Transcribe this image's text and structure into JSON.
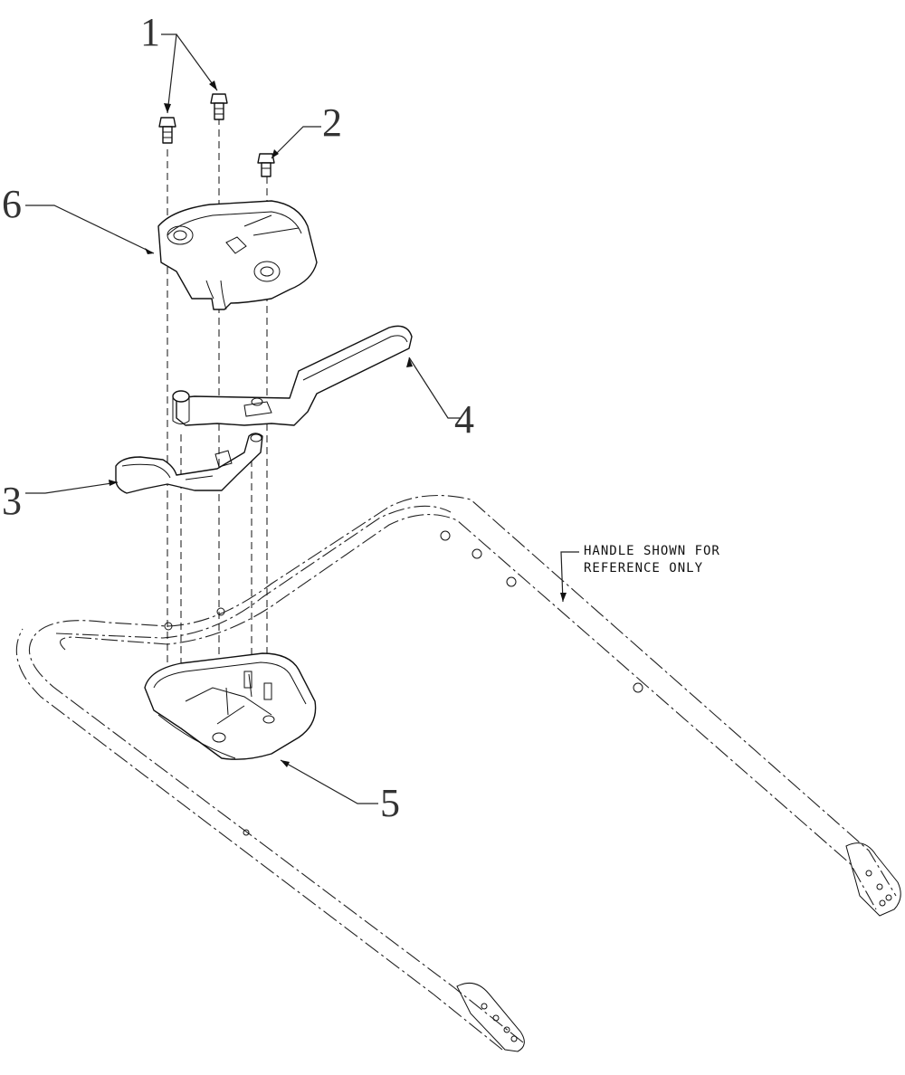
{
  "callouts": {
    "c1": "1",
    "c2": "2",
    "c3": "3",
    "c4": "4",
    "c5": "5",
    "c6": "6"
  },
  "note": {
    "line1": "HANDLE SHOWN FOR",
    "line2": "REFERENCE ONLY"
  },
  "parts": [
    "bolt",
    "bolt",
    "lever",
    "bail-lever",
    "lower-housing",
    "upper-housing",
    "handle"
  ]
}
